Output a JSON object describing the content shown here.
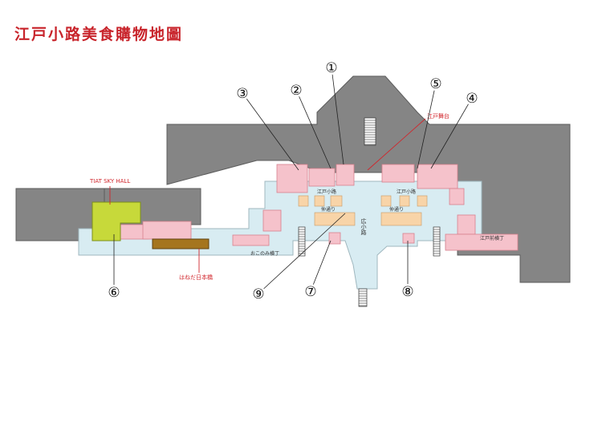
{
  "title": "江戸小路美食購物地圖",
  "colors": {
    "building": "#858585",
    "building_edge": "#5c5c5c",
    "concourse": "#d8ecf2",
    "shop": "#f5c2cb",
    "shop_edge": "#d8808e",
    "stall": "#f8d4a8",
    "hall": "#c7d93a",
    "accent_red": "#d1262c",
    "stage": "#a5751e"
  },
  "markers": [
    "①",
    "②",
    "③",
    "④",
    "⑤",
    "⑥",
    "⑦",
    "⑧",
    "⑨"
  ],
  "labels": {
    "sky_hall": "TIAT SKY HALL",
    "stage": "江戸舞台",
    "hanedanihonbashi": "はねだ日本橋",
    "edokoji_left": "江戸小路",
    "edokoji_right": "江戸小路",
    "nakadori_left": "仲通り",
    "nakadori_right": "仲通り",
    "hirokoji": "広小路",
    "okonomiyokocho": "おこのみ横丁",
    "edoyokocho": "江戸前横丁"
  }
}
